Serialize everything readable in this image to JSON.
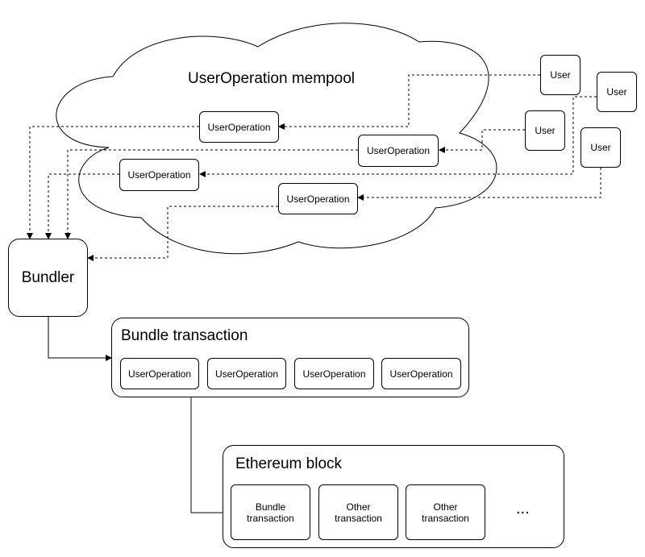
{
  "mempool": {
    "title": "UserOperation mempool",
    "ops": [
      "UserOperation",
      "UserOperation",
      "UserOperation",
      "UserOperation"
    ]
  },
  "users": [
    "User",
    "User",
    "User",
    "User"
  ],
  "bundler": {
    "label": "Bundler"
  },
  "bundle_tx": {
    "title": "Bundle transaction",
    "ops": [
      "UserOperation",
      "UserOperation",
      "UserOperation",
      "UserOperation"
    ]
  },
  "block": {
    "title": "Ethereum block",
    "txs": [
      "Bundle transaction",
      "Other transaction",
      "Other transaction"
    ],
    "more": "..."
  }
}
